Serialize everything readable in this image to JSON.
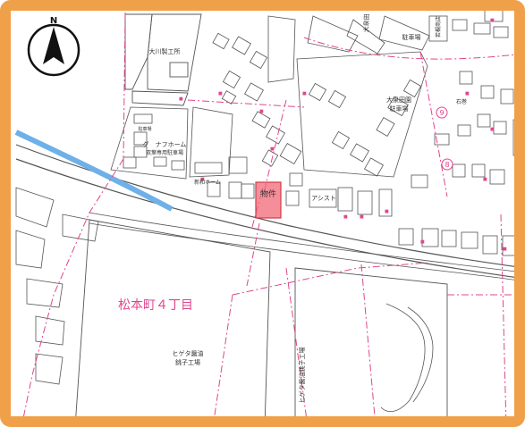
{
  "map": {
    "north_label": "N",
    "subject_label": "物件",
    "district_label": "松本町４丁目",
    "labels": {
      "okawa_seiko": "大川製工所",
      "home_parking": "グ　ナフホーム",
      "home_parking_2": "双葉専用駐車場",
      "small_parking": "駐車場",
      "shin_home": "新和ホーム",
      "daito_parking_1": "大泉田",
      "daito_parking_2": "駐車場",
      "ootaki_1": "大泉田園",
      "ootaki_2": "駐車場",
      "assist": "アシスト",
      "wakamatsu": "若槻商店",
      "kokura": "駐車場",
      "hyuga_1": "ヒゲタ醤油",
      "hyuga_2": "銚子工場",
      "hyuga_v": "ヒゲタ醤油銚子工場",
      "route_9": "9",
      "route_8": "8",
      "iseki": "石巻"
    },
    "colors": {
      "frame": "#f0a048",
      "pink": "#e0468c",
      "river": "#6fb0e8",
      "subject_fill": "#f06a78",
      "subject_stroke": "#d03a48",
      "road": "#555555"
    }
  }
}
